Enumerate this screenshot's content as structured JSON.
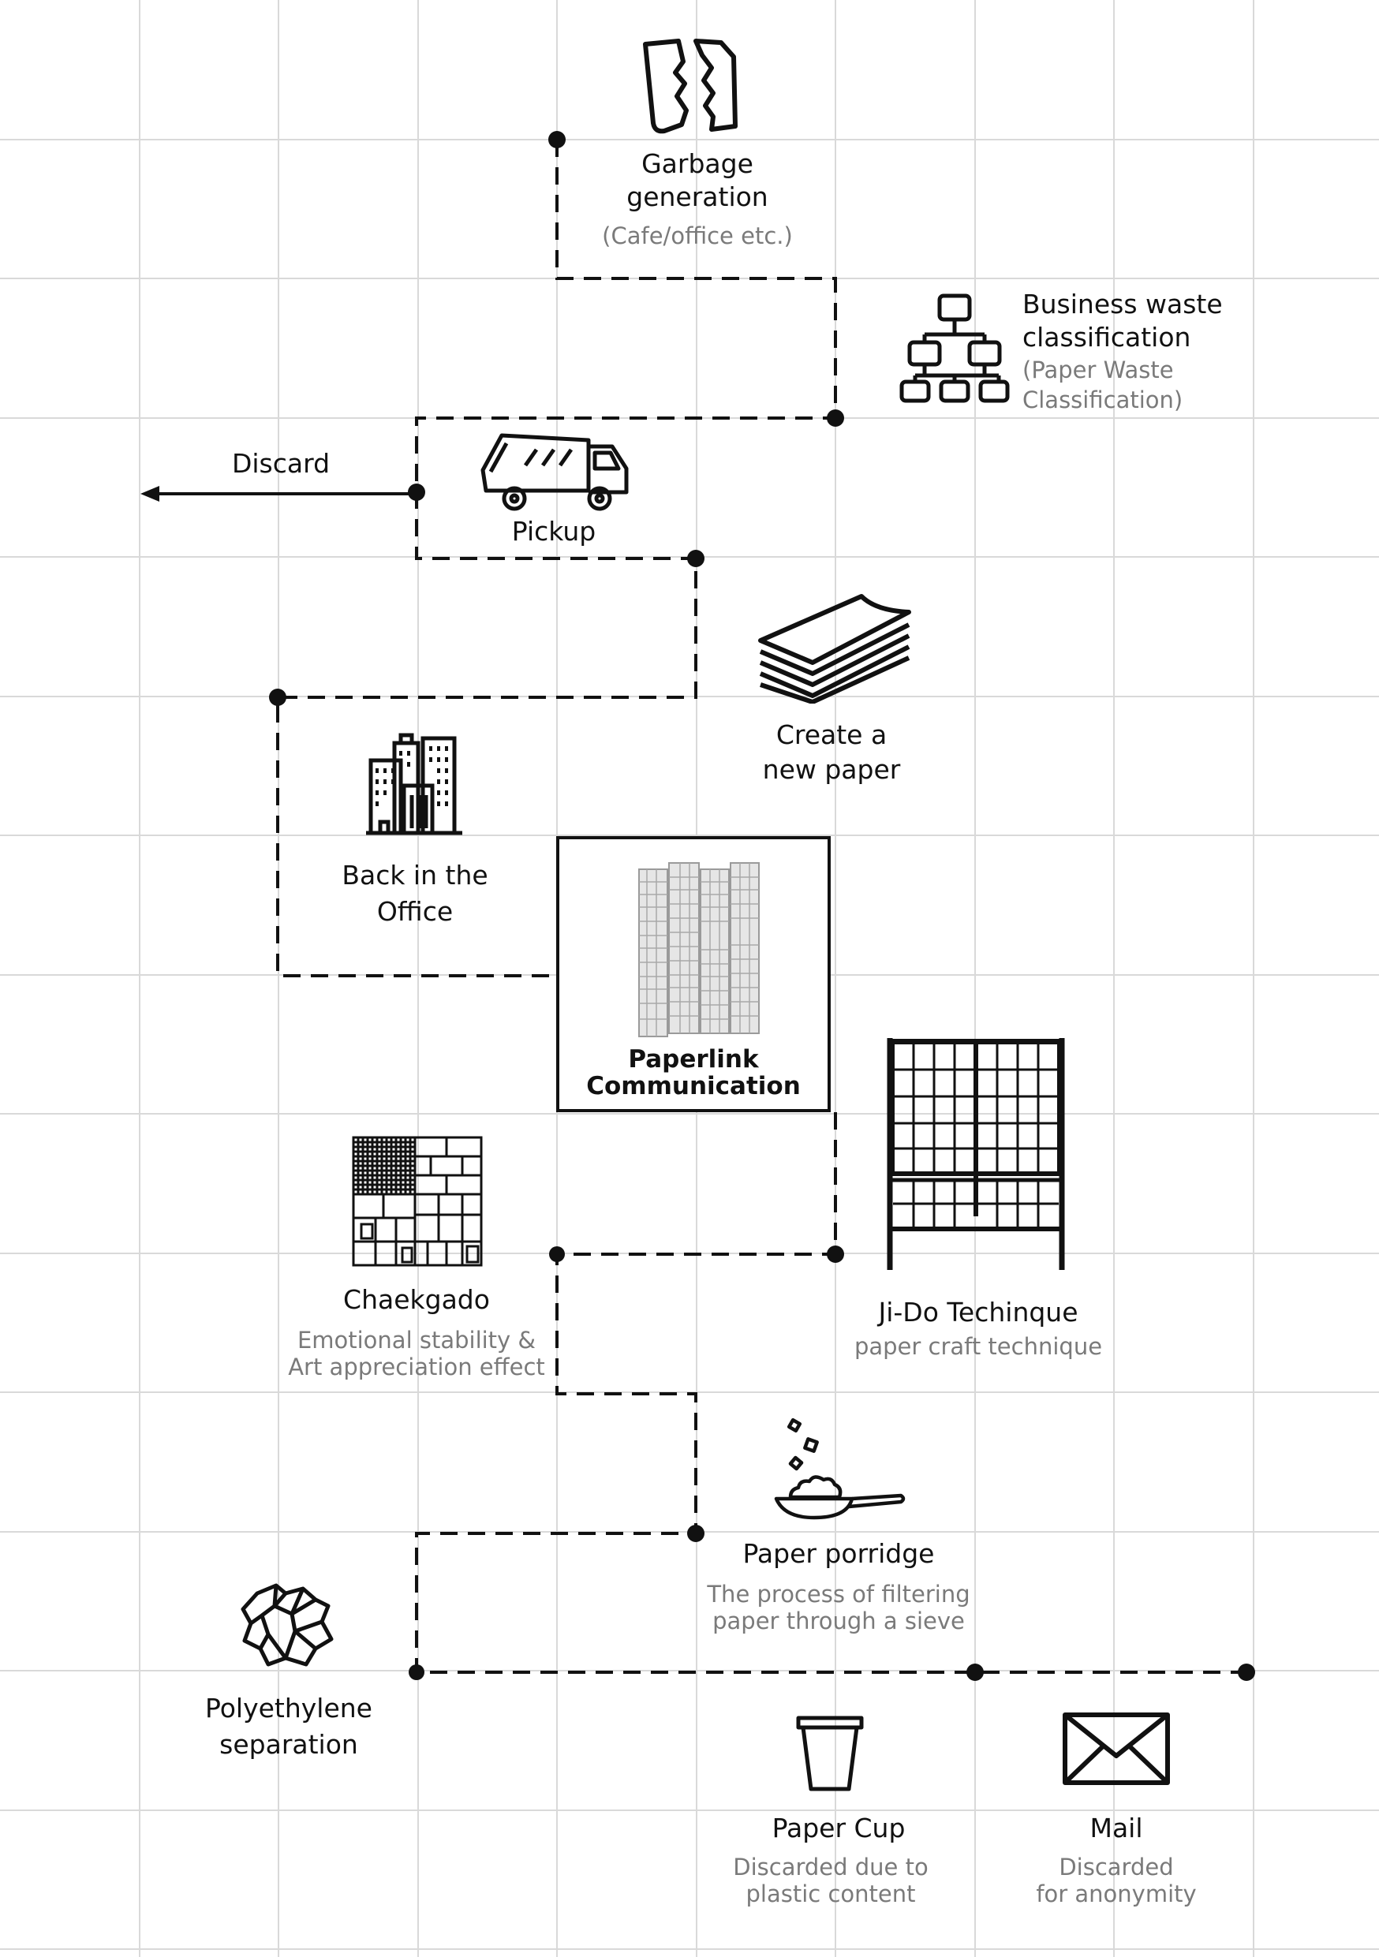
{
  "diagram": {
    "hub": {
      "line1": "Paperlink",
      "line2": "Communication"
    },
    "steps": {
      "garbage_generation": {
        "line1": "Garbage",
        "line2": "generation",
        "sub": "(Cafe/office etc.)"
      },
      "business_waste": {
        "line1": "Business waste",
        "line2": "classification",
        "sub1": "(Paper Waste",
        "sub2": "Classification)"
      },
      "discard": {
        "label": "Discard"
      },
      "pickup": {
        "label": "Pickup"
      },
      "new_paper": {
        "line1": "Create a",
        "line2": "new paper"
      },
      "back_office": {
        "line1": "Back in the",
        "line2": "Office"
      },
      "chaekgado": {
        "title": "Chaekgado",
        "sub1": "Emotional stability &",
        "sub2": "Art appreciation effect"
      },
      "jido": {
        "title": "Ji-Do Techinque",
        "sub": "paper craft technique"
      },
      "porridge": {
        "title": "Paper porridge",
        "sub1": "The process of filtering",
        "sub2": "paper through a sieve"
      },
      "polyethylene": {
        "line1": "Polyethylene",
        "line2": "separation"
      },
      "paper_cup": {
        "title": "Paper Cup",
        "sub1": "Discarded due to",
        "sub2": "plastic content"
      },
      "mail": {
        "title": "Mail",
        "sub1": "Discarded",
        "sub2": "for anonymity"
      }
    },
    "colors": {
      "line": "#111111",
      "grid": "#d9d9d9",
      "subtext": "#7a7a7a"
    },
    "icons": [
      "torn-paper-icon",
      "org-chart-icon",
      "garbage-truck-icon",
      "paper-stack-icon",
      "office-buildings-icon",
      "folding-screen-icon",
      "chaekgado-pattern-icon",
      "jido-screen-icon",
      "porridge-pan-icon",
      "crumpled-paper-icon",
      "paper-cup-icon",
      "envelope-icon"
    ]
  }
}
